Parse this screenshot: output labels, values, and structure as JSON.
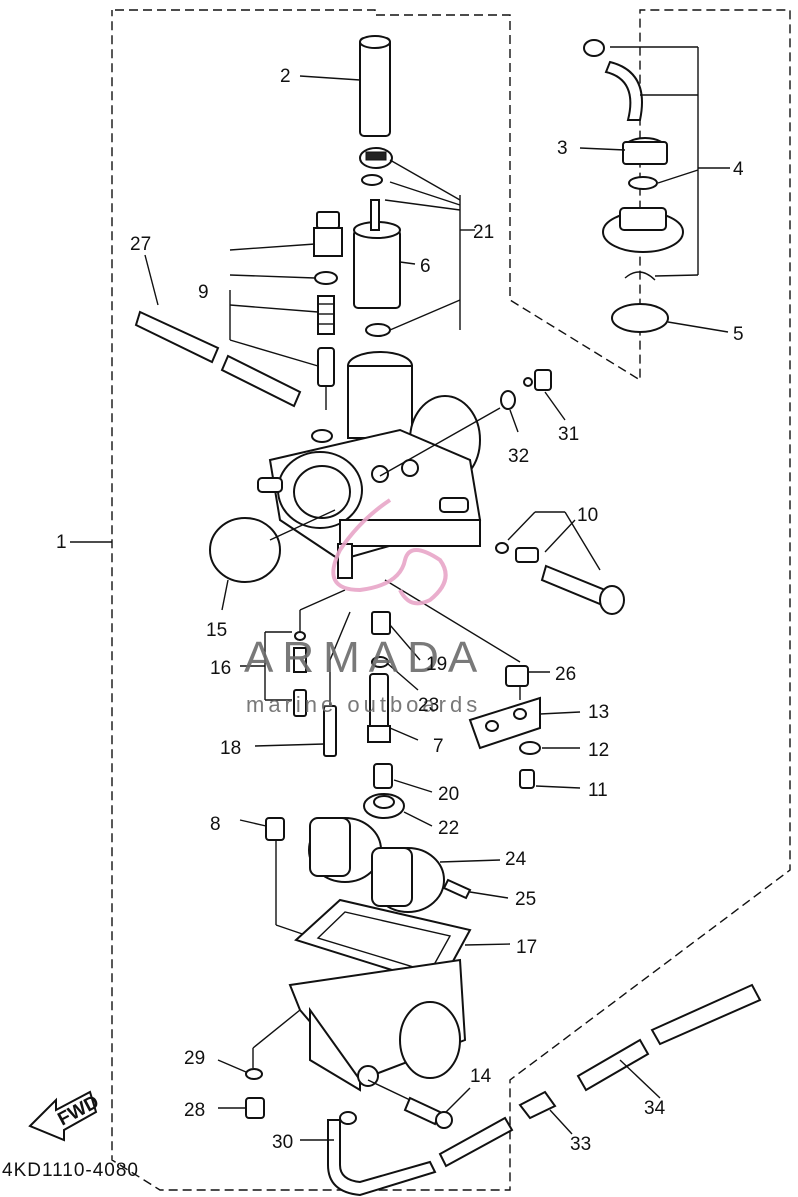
{
  "diagram_code": "4KD1110-4080",
  "fwd_label": "FWD",
  "watermark": {
    "brand": "ARMADA",
    "tagline": "marine outboards",
    "color": "#e8a6c8"
  },
  "callouts": [
    "1",
    "2",
    "3",
    "4",
    "5",
    "6",
    "7",
    "8",
    "9",
    "10",
    "11",
    "12",
    "13",
    "14",
    "15",
    "16",
    "17",
    "18",
    "19",
    "20",
    "21",
    "22",
    "23",
    "24",
    "25",
    "26",
    "27",
    "28",
    "29",
    "30",
    "31",
    "32",
    "33",
    "34"
  ]
}
